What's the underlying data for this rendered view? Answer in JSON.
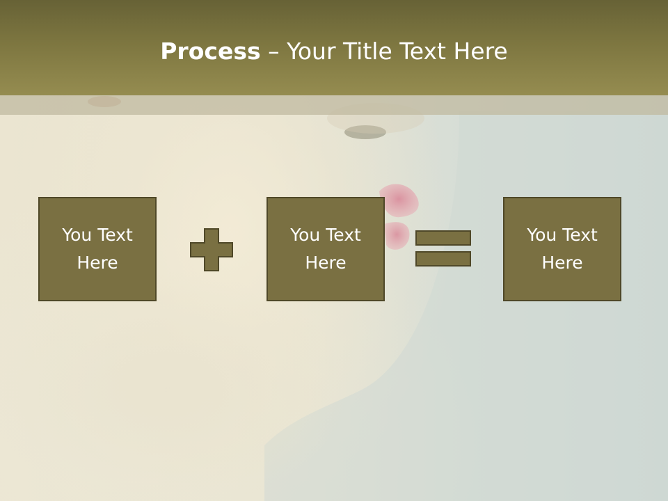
{
  "slide": {
    "title_bold": "Process",
    "title_separator": " – ",
    "title_rest": "Your Title Text Here"
  },
  "boxes": [
    {
      "text": "You Text Here"
    },
    {
      "text": "You Text Here"
    },
    {
      "text": "You Text Here"
    }
  ],
  "operators": {
    "first": "plus-icon",
    "second": "equals-icon"
  },
  "colors": {
    "header": "#7d7640",
    "box_fill": "#7a7042",
    "box_border": "#4f4828",
    "text": "#ffffff"
  }
}
